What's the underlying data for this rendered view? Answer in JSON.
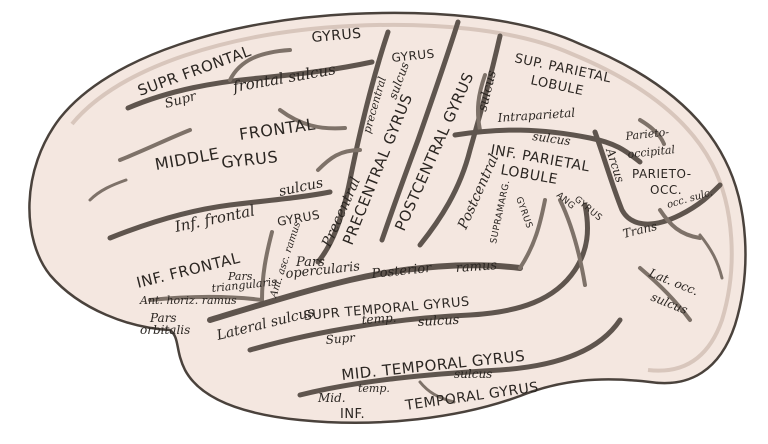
{
  "colors": {
    "brain_fill": "#f4e7e0",
    "brain_edge": "#4a423c",
    "sulcus": "#7e7269",
    "text": "#2b2622"
  },
  "labels": {
    "supr_frontal": "SUPR FRONTAL",
    "gyrus_top": "GYRUS",
    "supr_small": "Supr",
    "frontal_sulcus": "frontal sulcus",
    "middle": "MIDDLE",
    "frontal": "FRONTAL",
    "gyrus_mid": "GYRUS",
    "inf_frontal_sulcus_a": "Inf. frontal",
    "inf_frontal_sulcus_b": "sulcus",
    "inf_frontal": "INF. FRONTAL",
    "gyrus_inf": "GYRUS",
    "pars_triangularis_a": "Pars",
    "pars_triangularis_b": "triangularis",
    "ant_asc_ramus": "Ant. asc. ramus",
    "ant_horiz_ramus": "Ant. horiz. ramus",
    "pars_orbitalis_a": "Pars",
    "pars_orbitalis_b": "orbitalis",
    "pars_opercularis_a": "Pars",
    "pars_opercularis_b": "opercularis",
    "precentral_small": "precentral",
    "gyrus_sulcus_a": "GYRUS",
    "gyrus_sulcus_b": "sulcus",
    "precentral_sulcus": "Precentral",
    "precentral_gyrus": "PRECENTRAL GYRUS",
    "postcentral_gyrus": "POSTCENTRAL GYRUS",
    "postcentral_sulcus": "Postcentral",
    "sulcus_short": "sulcus",
    "sup_parietal_a": "SUP. PARIETAL",
    "sup_parietal_b": "LOBULE",
    "intraparietal_a": "Intraparietal",
    "intraparietal_b": "sulcus",
    "inf_parietal_a": "INF. PARIETAL",
    "inf_parietal_b": "LOBULE",
    "supramarg": "SUPRAMARG.",
    "gyrus_supramarg": "GYRUS",
    "ang": "ANG",
    "gyrus_ang": "GYRUS",
    "parieto_occipital_a": "Parieto-",
    "parieto_occipital_b": "occipital",
    "arcus": "Arcus",
    "parieto_occ_a": "PARIETO-",
    "parieto_occ_b": "OCC.",
    "trans": "Trans",
    "occ_sulc": "occ. sulc.",
    "lat_occ_a": "Lat. occ.",
    "lat_occ_b": "sulcus",
    "lateral_sulcus": "Lateral sulcus",
    "posterior": "Posterior",
    "ramus": "ramus",
    "supr_temporal_gyrus": "SUPR TEMPORAL GYRUS",
    "supr_temp_a": "Supr",
    "supr_temp_b": "temp.",
    "supr_temp_c": "sulcus",
    "mid_temporal_gyrus": "MID. TEMPORAL GYRUS",
    "mid_temp_a": "Mid.",
    "mid_temp_b": "temp.",
    "mid_temp_c": "sulcus",
    "inf": "INF.",
    "temporal_gyrus": "TEMPORAL GYRUS"
  }
}
